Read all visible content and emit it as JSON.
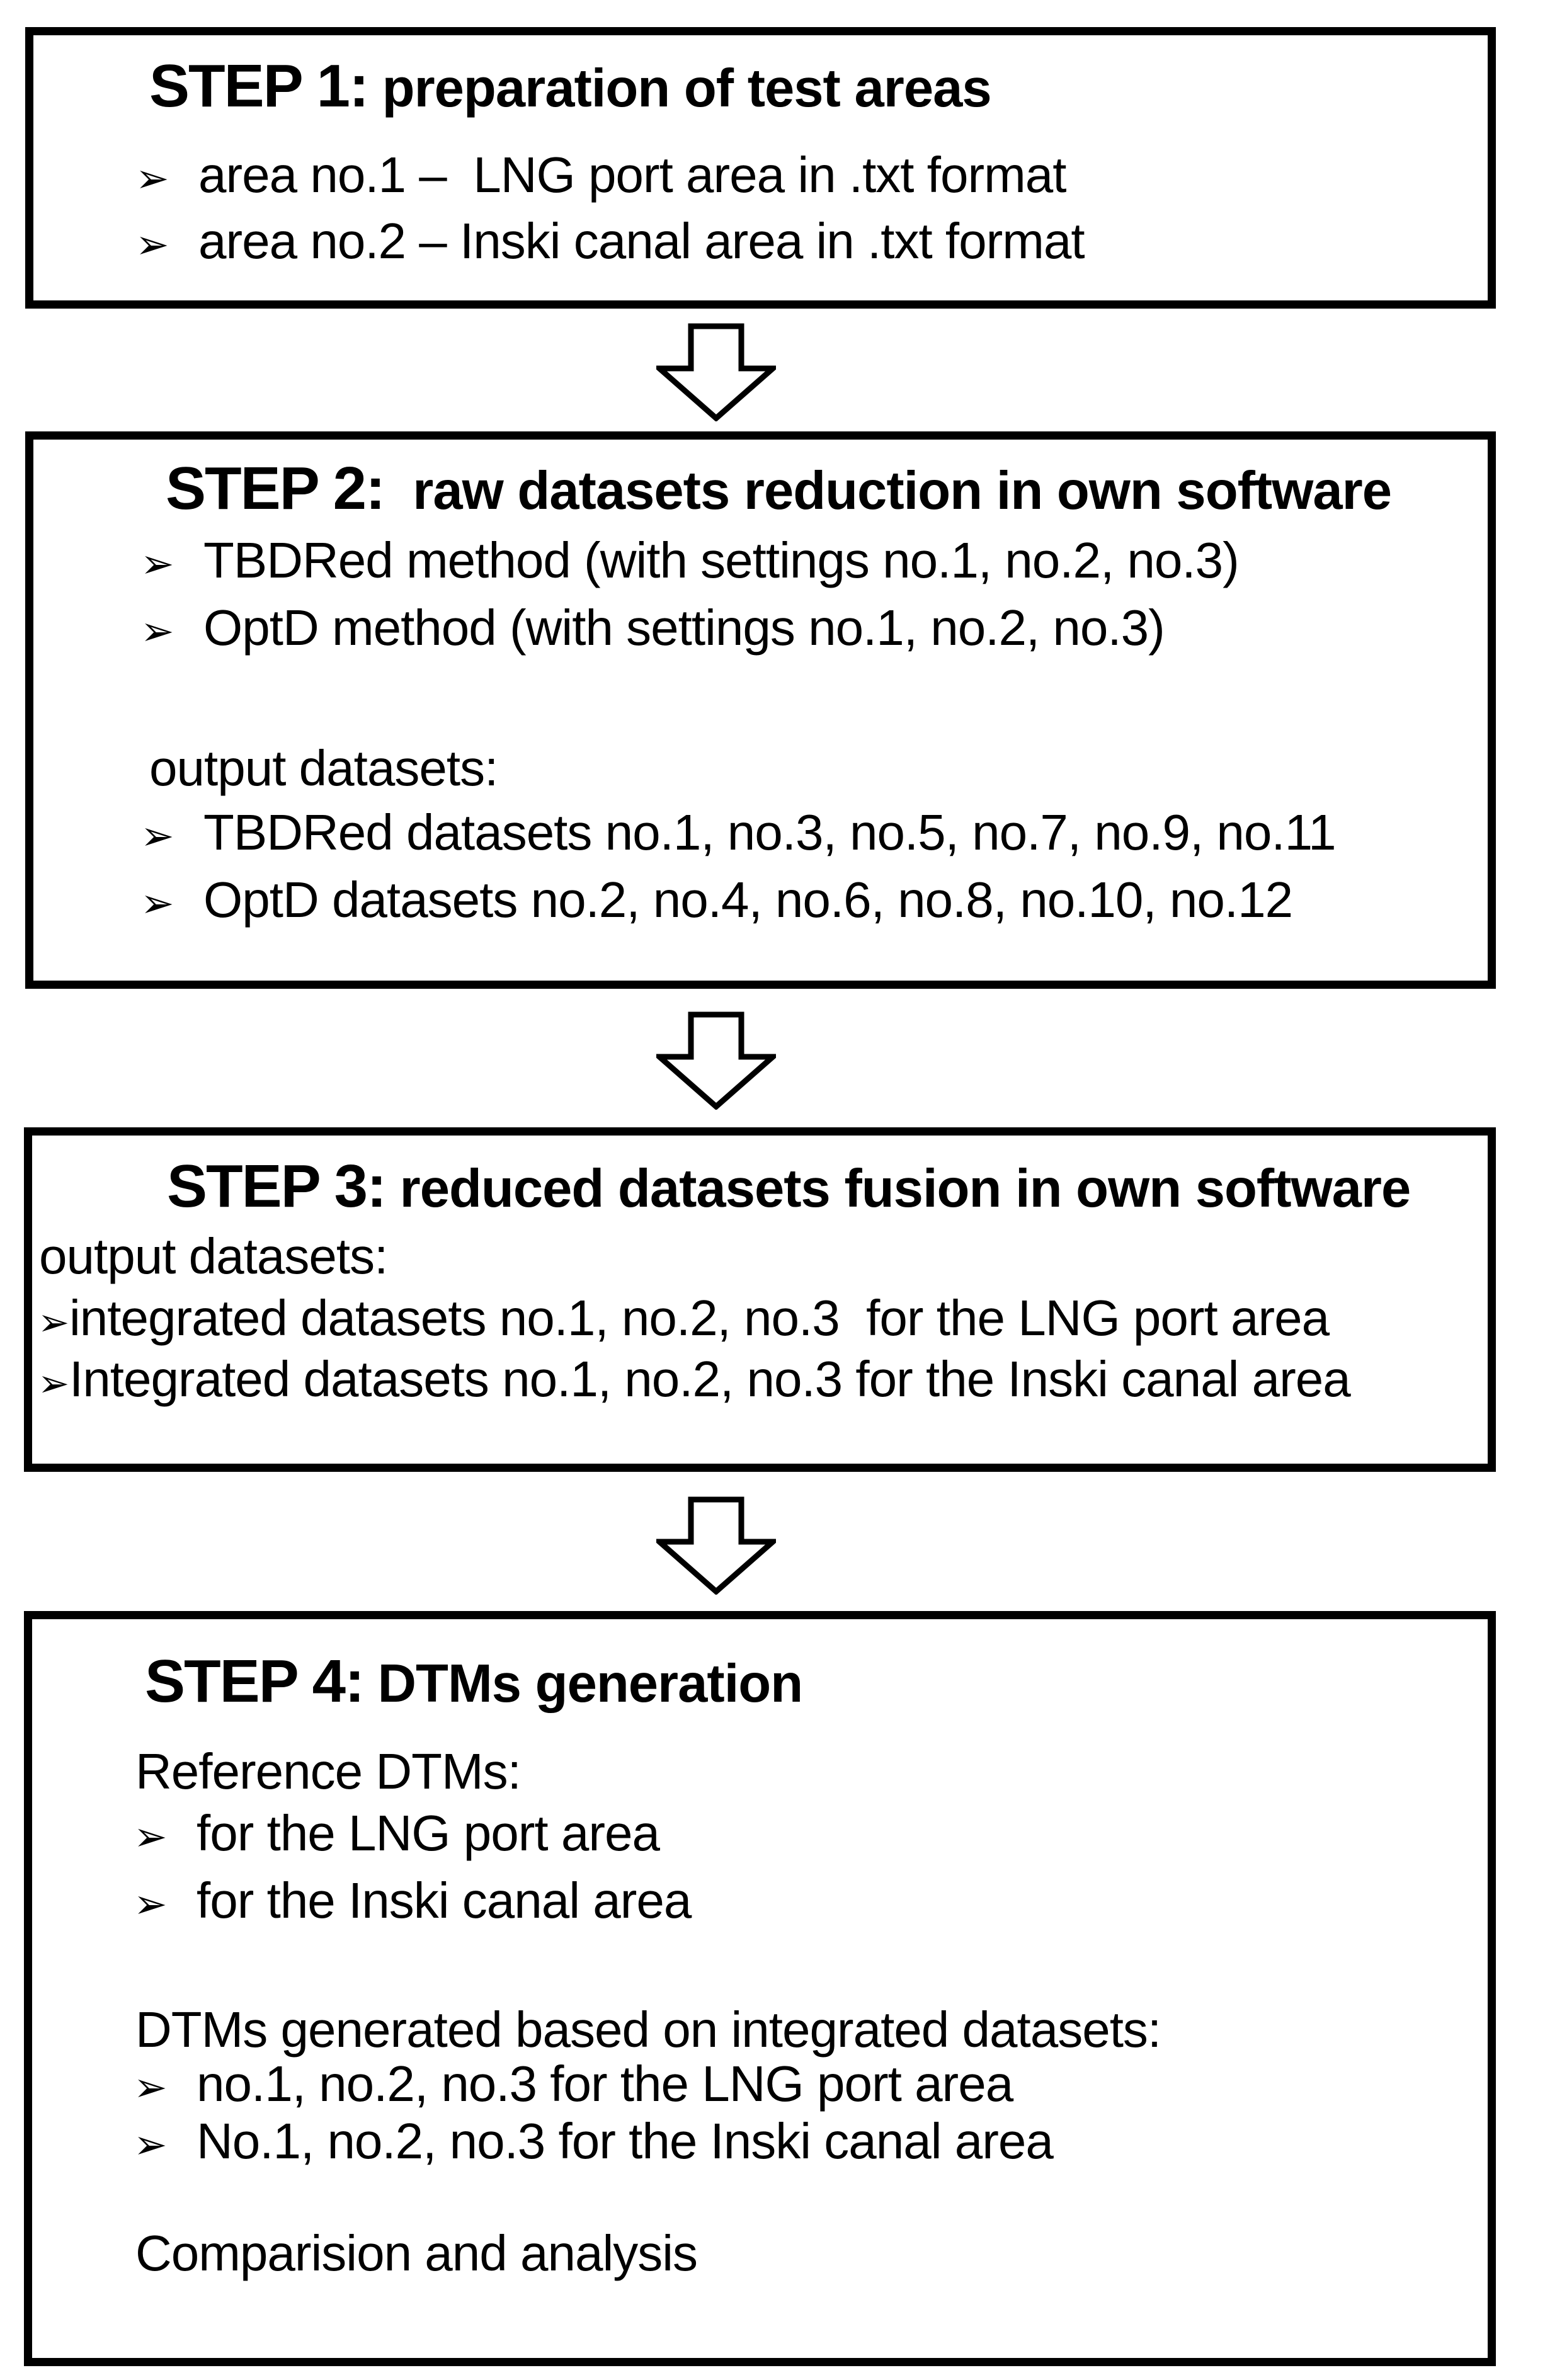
{
  "page": {
    "background_color": "#ffffff",
    "line_color": "#000000"
  },
  "glyphs": {
    "bullet": "➢"
  },
  "boxes": [
    {
      "step_label": "STEP 1:",
      "title": " preparation of test areas",
      "lines": [
        {
          "bullet": true,
          "text": "area no.1 –  LNG port area in .txt format"
        },
        {
          "bullet": true,
          "text": "area no.2 – Inski canal area in .txt format"
        }
      ]
    },
    {
      "step_label": "STEP 2:",
      "title": "  raw datasets reduction in own software",
      "lines": [
        {
          "bullet": true,
          "text": "TBDRed method (with settings no.1, no.2, no.3)"
        },
        {
          "bullet": true,
          "text": "OptD method (with settings no.1, no.2, no.3)"
        },
        {
          "bullet": false,
          "text": "output datasets:"
        },
        {
          "bullet": true,
          "text": "TBDRed datasets no.1, no.3, no.5, no.7, no.9, no.11"
        },
        {
          "bullet": true,
          "text": "OptD datasets no.2, no.4, no.6, no.8, no.10, no.12"
        }
      ]
    },
    {
      "step_label": "STEP 3:",
      "title": " reduced datasets fusion in own software",
      "lines": [
        {
          "bullet": false,
          "text": "output datasets:"
        },
        {
          "bullet": true,
          "text": "integrated datasets no.1, no.2, no.3  for the LNG port area"
        },
        {
          "bullet": true,
          "text": "Integrated datasets no.1, no.2, no.3 for the Inski canal area"
        }
      ]
    },
    {
      "step_label": "STEP 4:",
      "title": " DTMs generation",
      "lines": [
        {
          "bullet": false,
          "text": "Reference DTMs:"
        },
        {
          "bullet": true,
          "text": "for the LNG port area"
        },
        {
          "bullet": true,
          "text": "for the Inski canal area"
        },
        {
          "bullet": false,
          "text": "DTMs generated based on integrated datasets:"
        },
        {
          "bullet": true,
          "text": "no.1, no.2, no.3 for the LNG port area"
        },
        {
          "bullet": true,
          "text": "No.1, no.2, no.3 for the Inski canal area"
        },
        {
          "bullet": false,
          "text": "Comparision and analysis"
        }
      ]
    }
  ]
}
